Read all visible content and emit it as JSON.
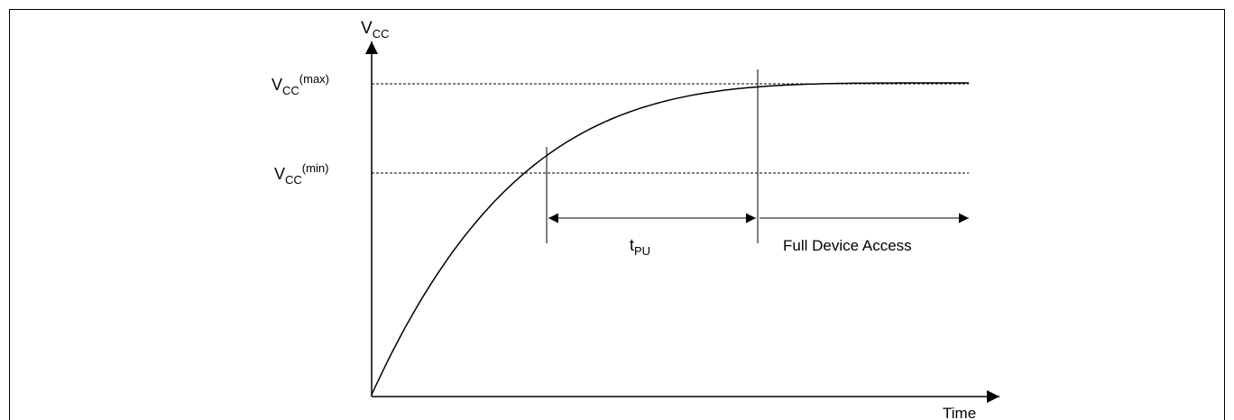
{
  "y_axis": {
    "symbol": "V",
    "subscript": "CC"
  },
  "x_axis": {
    "label": "Time"
  },
  "levels": {
    "max": {
      "symbol": "V",
      "subscript": "CC",
      "superscript": "(max)"
    },
    "min": {
      "symbol": "V",
      "subscript": "CC",
      "superscript": "(min)"
    }
  },
  "intervals": {
    "power_up": {
      "symbol": "t",
      "subscript": "PU"
    },
    "access": {
      "label": "Full Device Access"
    }
  },
  "colors": {
    "line": "#000000",
    "background": "#ffffff"
  }
}
